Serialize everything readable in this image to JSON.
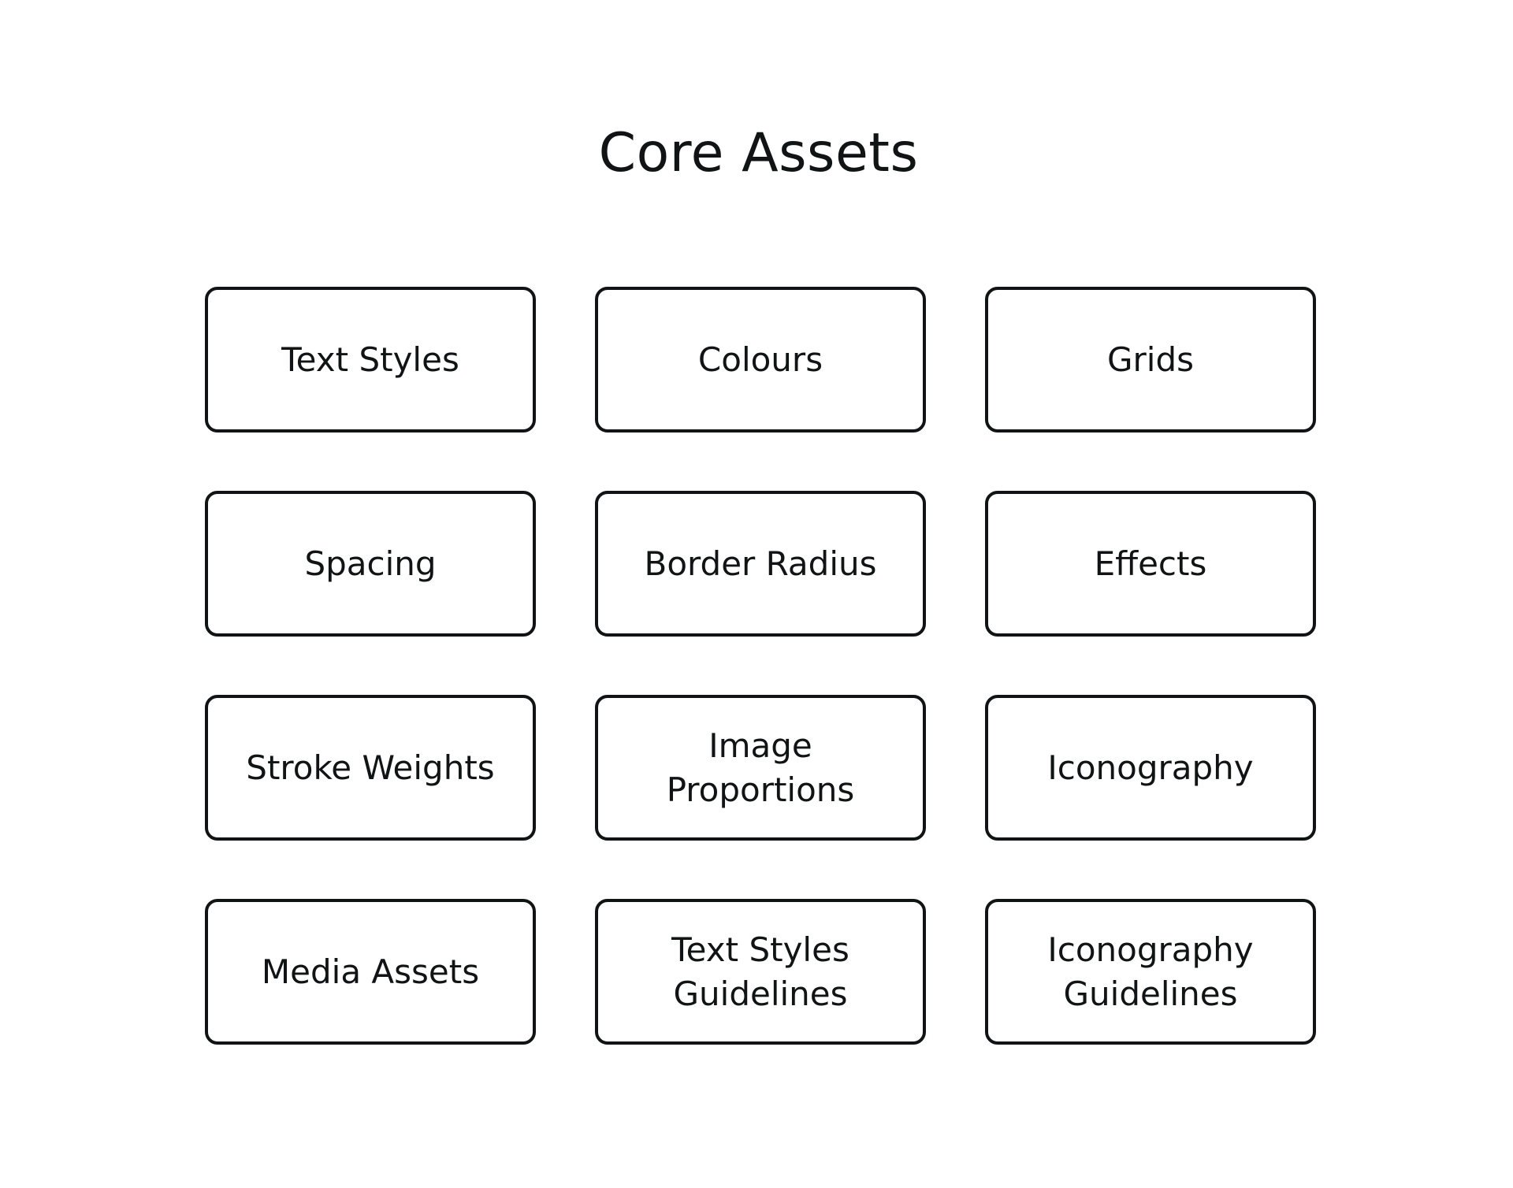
{
  "page": {
    "title": "Core Assets"
  },
  "colors": {
    "ink": "#111414",
    "background": "#ffffff"
  },
  "cards": [
    {
      "label": "Text Styles"
    },
    {
      "label": "Colours"
    },
    {
      "label": "Grids"
    },
    {
      "label": "Spacing"
    },
    {
      "label": "Border Radius"
    },
    {
      "label": "Effects"
    },
    {
      "label": "Stroke Weights"
    },
    {
      "label": "Image\nProportions"
    },
    {
      "label": "Iconography"
    },
    {
      "label": "Media Assets"
    },
    {
      "label": "Text Styles\nGuidelines"
    },
    {
      "label": "Iconography\nGuidelines"
    }
  ]
}
